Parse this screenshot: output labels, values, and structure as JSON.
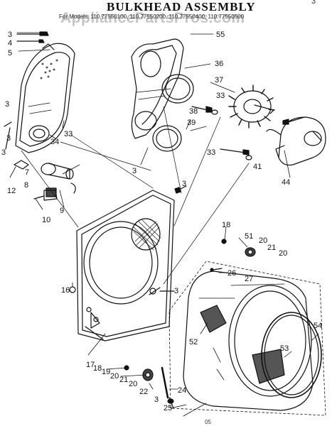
{
  "title": "BULKHEAD ASSEMBLY",
  "models_line": "For Models: 110.77550100, 110.77550200, 110.77550400, 110.77550500",
  "watermark": "AppliancePartsPros.com",
  "corner_text": "3",
  "footer_code": "05",
  "callouts": [
    "3",
    "4",
    "5",
    "55",
    "36",
    "37",
    "33",
    "38",
    "39",
    "3",
    "3",
    "3",
    "34",
    "33",
    "7",
    "8",
    "12",
    "10",
    "9",
    "3",
    "33",
    "41",
    "44",
    "3",
    "18",
    "51",
    "20",
    "21",
    "20",
    "26",
    "27",
    "16",
    "3",
    "52",
    "54",
    "53",
    "17",
    "18",
    "19",
    "20",
    "21",
    "20",
    "22",
    "24",
    "3",
    "25"
  ]
}
